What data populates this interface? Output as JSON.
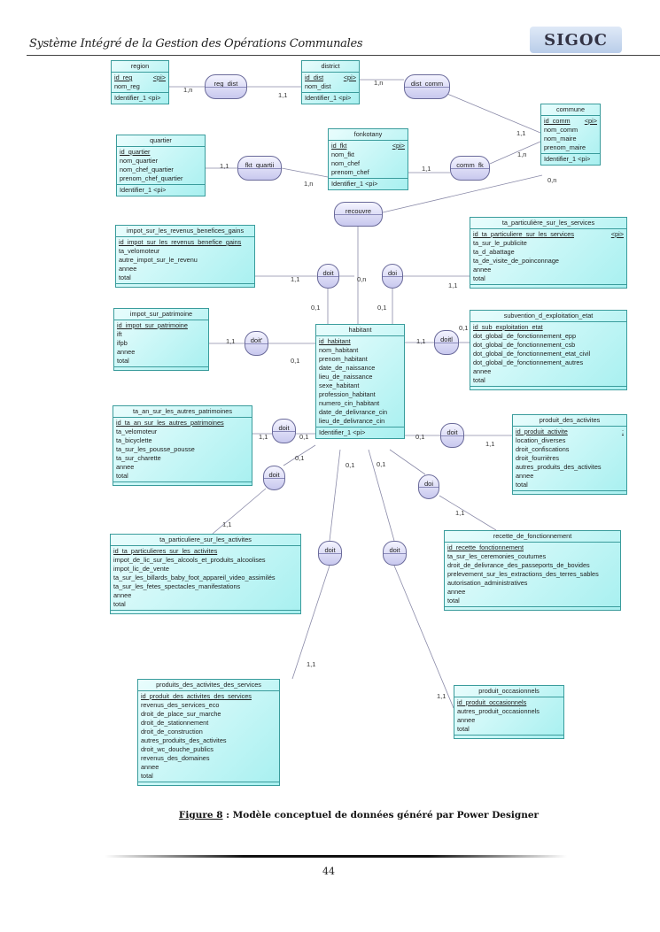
{
  "header": {
    "title": "Système Intégré de la Gestion des Opérations Communales",
    "logo_text": "SIGOC"
  },
  "entities": [
    {
      "id": "region",
      "name": "region",
      "pk": "id_reg",
      "pk_tag": "<pi>",
      "attrs": [
        "nom_reg"
      ],
      "identifier": "Identifier_1 <pi>"
    },
    {
      "id": "district",
      "name": "district",
      "pk": "id_dist",
      "pk_tag": "<pi>",
      "attrs": [
        "nom_dist"
      ],
      "identifier": "Identifier_1 <pi>"
    },
    {
      "id": "commune",
      "name": "commune",
      "pk": "id_comm",
      "pk_tag": "<pi>",
      "attrs": [
        "nom_comm",
        "nom_maire",
        "prenom_maire"
      ],
      "identifier": "Identifier_1 <pi>"
    },
    {
      "id": "quartier",
      "name": "quartier",
      "pk": "id_quartier",
      "pk_tag": "",
      "attrs": [
        "nom_quartier",
        "nom_chef_quartier",
        "prenom_chef_quartier"
      ],
      "identifier": "Identifier_1 <pi>"
    },
    {
      "id": "fonkotany",
      "name": "fonkotany",
      "pk": "id_fkt",
      "pk_tag": "<pi>",
      "attrs": [
        "nom_fkt",
        "nom_chef",
        "prenom_chef"
      ],
      "identifier": "Identifier_1 <pi>"
    },
    {
      "id": "irbg",
      "name": "impot_sur_les_revenus_benefices_gains",
      "pk": "id_impot_sur_les_revenus_benefice_gains",
      "pk_tag": "",
      "attrs": [
        "ta_velomoteur",
        "autre_impot_sur_le_revenu",
        "annee",
        "total"
      ]
    },
    {
      "id": "tpss",
      "name": "ta_particulière_sur_les_services",
      "pk": "id_ta_particuliere_sur_les_services",
      "pk_tag": "<pi>",
      "attrs": [
        "ta_sur_le_publicite",
        "ta_d_abattage",
        "ta_de_visite_de_poinconnage",
        "annee",
        "total"
      ]
    },
    {
      "id": "isp",
      "name": "impot_sur_patrimoine",
      "pk": "id_impot_sur_patrimoine",
      "pk_tag": "",
      "attrs": [
        "ift",
        "ifpb",
        "annee",
        "total"
      ]
    },
    {
      "id": "habitant",
      "name": "habitant",
      "pk": "id_habitant",
      "pk_tag": "",
      "attrs": [
        "nom_habitant",
        "prenom_habitant",
        "date_de_naissance",
        "lieu_de_naissance",
        "sexe_habitant",
        "profession_habitant",
        "numero_cin_habitant",
        "date_de_delivrance_cin",
        "lieu_de_delivrance_cin"
      ],
      "identifier": "Identifier_1 <pi>"
    },
    {
      "id": "sde",
      "name": "subvention_d_exploitation_etat",
      "pk": "id_sub_exploitation_etat",
      "pk_tag": "",
      "attrs": [
        "dot_global_de_fonctionnement_epp",
        "dot_global_de_fonctionnement_csb",
        "dot_global_de_fonctionnement_etat_civil",
        "dot_global_de_fonctionnement_autres",
        "annee",
        "total"
      ]
    },
    {
      "id": "tasap",
      "name": "ta_an_sur_les_autres_patrimoines",
      "pk": "id_ta_an_sur_les_autres_patrimoines",
      "pk_tag": "",
      "attrs": [
        "ta_velomoteur",
        "ta_bicyclette",
        "ta_sur_les_pousse_pousse",
        "ta_sur_charette",
        "annee",
        "total"
      ]
    },
    {
      "id": "pda",
      "name": "produit_des_activites",
      "pk": "id_produit_activite",
      "pk_tag": ":",
      "attrs": [
        "location_diverses",
        "droit_confiscations",
        "droit_fourrières",
        "autres_produits_des_activites",
        "annee",
        "total"
      ]
    },
    {
      "id": "tpsa",
      "name": "ta_particuliere_sur_les_activites",
      "pk": "id_ta_particulieres_sur_les_activites",
      "pk_tag": "",
      "attrs": [
        "impot_de_lic_sur_les_alcools_et_produits_alcoolises",
        "impot_lic_de_vente",
        "ta_sur_les_billards_baby_foot_appareil_video_assimilés",
        "ta_sur_les_fetes_spectacles_manifestations",
        "annee",
        "total"
      ]
    },
    {
      "id": "rdf",
      "name": "recette_de_fonctionnement",
      "pk": "id_recette_fonctionnement",
      "pk_tag": "",
      "attrs": [
        "ta_sur_les_ceremonies_coutumes",
        "droit_de_delivrance_des_passeports_de_bovides",
        "prelevement_sur_les_extractions_des_terres_sables",
        "autorisation_administratives",
        "annee",
        "total"
      ]
    },
    {
      "id": "pdas",
      "name": "produits_des_activites_des_services",
      "pk": "id_produit_des_activites_des_services",
      "pk_tag": "",
      "attrs": [
        "revenus_des_services_eco",
        "droit_de_place_sur_marche",
        "droit_de_stationnement",
        "droit_de_construction",
        "autres_produits_des_activites",
        "droit_wc_douche_publics",
        "revenus_des_domaines",
        "annee",
        "total"
      ]
    },
    {
      "id": "po",
      "name": "produit_occasionnels",
      "pk": "id_produit_occasionnels",
      "pk_tag": "",
      "attrs": [
        "autres_produit_occasionnels",
        "annee",
        "total"
      ]
    }
  ],
  "relations": [
    {
      "id": "reg_dist",
      "name": "reg_dist"
    },
    {
      "id": "dist_comm",
      "name": "dist_comm"
    },
    {
      "id": "fkt_quartii",
      "name": "fkt_quartii"
    },
    {
      "id": "comm_fk",
      "name": "comm_fk"
    },
    {
      "id": "recouvre",
      "name": "recouvre"
    },
    {
      "id": "r1",
      "name": "doit"
    },
    {
      "id": "r2",
      "name": "doi"
    },
    {
      "id": "r3",
      "name": "doit'"
    },
    {
      "id": "r4",
      "name": "doitl"
    },
    {
      "id": "r5",
      "name": "doit"
    },
    {
      "id": "r6",
      "name": "doit"
    },
    {
      "id": "r7",
      "name": "doit"
    },
    {
      "id": "r8",
      "name": "doi"
    },
    {
      "id": "r9",
      "name": "doit"
    },
    {
      "id": "r10",
      "name": "doit"
    }
  ],
  "cardinalities": [
    "1,n",
    "1,1",
    "1,n",
    "1,1",
    "1,1",
    "1,n",
    "1,1",
    "1,n",
    "0,n",
    "0,n",
    "1,1",
    "0,1",
    "0,1",
    "1,1",
    "1,1",
    "0,1",
    "1,1",
    "0,1",
    "1,1",
    "0,1",
    "0,1",
    "1,1",
    "0,1",
    "0,1",
    "0,1",
    "1,1",
    "1,1",
    "1,1",
    "1,1"
  ],
  "caption": {
    "label": "Figure 8",
    "text": " : Modèle conceptuel de données généré par Power Designer"
  },
  "page_number": "44"
}
